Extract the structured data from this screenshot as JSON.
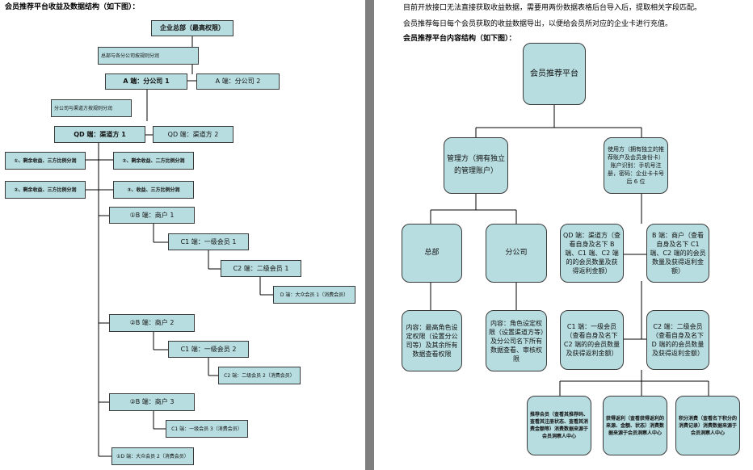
{
  "left": {
    "heading": "会员推荐平台收益及数据结构（如下图）：",
    "nodes": {
      "hq": "企业总部（最高权限）",
      "note_split_a": "总部与各分公司按规则分润",
      "a1": "A 端：分公司 1",
      "a2": "A 端：分公司 2",
      "note_split_qd": "分公司与渠道方按规则分润",
      "qd1": "QD 端：渠道方 1",
      "qd2": "QD 端：渠道方 2",
      "r1a": "①、剩余收益、三方比例分润",
      "r1b": "②、剩余收益、二方比例分润",
      "r2a": "②、剩余收益、三方比例分润",
      "r2b": "③、收益、三方比例分润",
      "b1": "①B 端：商户 1",
      "c11": "C1 端：一级会员 1",
      "c21": "C2 端：二级会员 1",
      "d1": "D 端：大众会员 1（消费会员）",
      "b2": "②B 端：商户 2",
      "c12": "C1 端：一级会员 2",
      "c22": "C2 端：二级会员 2（消费会员）",
      "b3": "②B 端：商户 3",
      "c13": "C1 端：一级会员 3（消费会员）",
      "d2": "①D 端：大众会员 2（消费会员）"
    }
  },
  "right": {
    "line1": "目前开放接口无法直接获取收益数据，需要用两份数据表格后台导入后，提取相关字段匹配。",
    "line2": "会员推荐每日每个会员获取的收益数据导出，以便给会员所对应的企业卡进行充值。",
    "heading": "会员推荐平台内容结构（如下图）：",
    "nodes": {
      "root": "会员推荐平台",
      "manager": "管理方（拥有独立的管理账户）",
      "user": "使用方（拥有独立的推荐账户及会员身份卡）账户识别：手机号注册，密码：企业卡卡号后 6 位",
      "hq": "总部",
      "branch": "分公司",
      "qd": "QD 端：渠道方（查看自身及名下 B 端、C1 端、C2 端的的会员数量及获得返利金额）",
      "b": "B 端：商户（查看自身及名下 C1 端、C2 端的的会员数量及获得返利金额）",
      "hq_content": "内容：最高角色设定权限（设置分公司等）及其余所有数据查看权限",
      "branch_content": "内容：角色设定权限（设置渠道方等）及分公司名下所有数据查看、审核权限",
      "c1": "C1 端：一级会员（查看自身及名下 C2 端的的会员数量及获得返利金额）",
      "c2": "C2 端：二级会员（查看自身及名下 D 端的的会员数量及获得返利金额）",
      "f1": "推荐会员（查看其推荐码、查看其注册状态、查看其消费金额等）消费数据来源于会员洞察人中心",
      "f2": "获得返利（查看获得返利的来源、金额、状态）消费数据来源于会员洞察人中心",
      "f3": "积分消费（查看名下积分的消费记录）消费数据来源于会员洞察人中心"
    }
  }
}
